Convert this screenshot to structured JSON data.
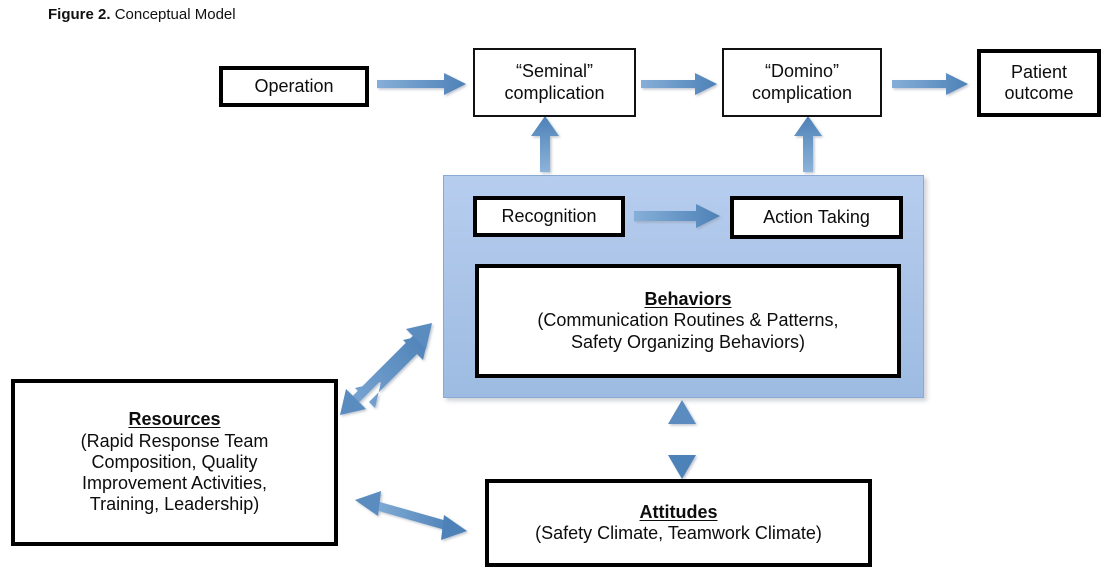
{
  "figure": {
    "number": "Figure 2.",
    "title": "Conceptual Model"
  },
  "colors": {
    "arrow_blue_light": "#7aa6d4",
    "arrow_blue_dark": "#4a7fb5",
    "panel_fill": "#a9c3e7",
    "panel_border": "#8aa9d4",
    "box_border": "#000000",
    "text": "#0d0d0d"
  },
  "nodes": {
    "operation": {
      "label": "Operation"
    },
    "seminal": {
      "line1": "“Seminal”",
      "line2": "complication"
    },
    "domino": {
      "line1": "“Domino”",
      "line2": "complication"
    },
    "patient_outcome": {
      "line1": "Patient",
      "line2": "outcome"
    },
    "recognition": {
      "label": "Recognition"
    },
    "action_taking": {
      "label": "Action Taking"
    },
    "behaviors": {
      "title": "Behaviors",
      "line1": "(Communication Routines & Patterns,",
      "line2": "Safety Organizing Behaviors)"
    },
    "resources": {
      "title": "Resources",
      "line1": "(Rapid Response Team",
      "line2": "Composition, Quality",
      "line3": "Improvement Activities,",
      "line4": "Training, Leadership)"
    },
    "attitudes": {
      "title": "Attitudes",
      "line1": "(Safety Climate, Teamwork Climate)"
    }
  },
  "connections": [
    {
      "name": "operation-to-seminal",
      "from": "operation",
      "to": "seminal",
      "heads": "single",
      "direction": "right"
    },
    {
      "name": "seminal-to-domino",
      "from": "seminal",
      "to": "domino",
      "heads": "single",
      "direction": "right"
    },
    {
      "name": "domino-to-patient-outcome",
      "from": "domino",
      "to": "patient_outcome",
      "heads": "single",
      "direction": "right"
    },
    {
      "name": "panel-to-seminal",
      "from": "panel",
      "to": "seminal",
      "heads": "single",
      "direction": "up"
    },
    {
      "name": "panel-to-domino",
      "from": "panel",
      "to": "domino",
      "heads": "single",
      "direction": "up"
    },
    {
      "name": "recognition-to-action-taking",
      "from": "recognition",
      "to": "action_taking",
      "heads": "single",
      "direction": "right"
    },
    {
      "name": "resources-to-panel",
      "from": "resources",
      "to": "panel",
      "heads": "double",
      "direction": "diagonal"
    },
    {
      "name": "resources-to-attitudes",
      "from": "resources",
      "to": "attitudes",
      "heads": "double",
      "direction": "horizontal"
    },
    {
      "name": "panel-to-attitudes",
      "from": "panel",
      "to": "attitudes",
      "heads": "double",
      "direction": "vertical"
    }
  ]
}
